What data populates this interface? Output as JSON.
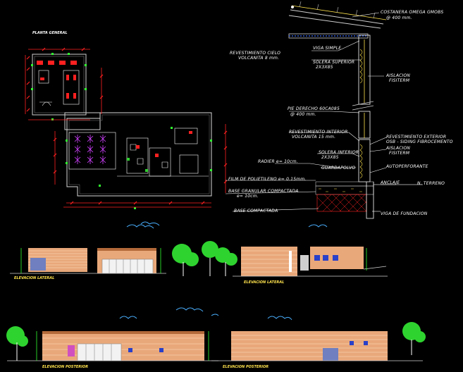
{
  "titles": {
    "plan": "PLANTA GENERAL",
    "elev_lateral_1": "ELEVACION LATERAL",
    "elev_lateral_2": "ELEVACION LATERAL",
    "elev_rear_1": "ELEVACION POSTERIOR",
    "elev_rear_2": "ELEVACION POSTERIOR"
  },
  "detail_labels": {
    "l1": "COSTANERA OMEGA GMOBS",
    "l2": "@ 400 mm.",
    "l3": "VIGA SIMPLE",
    "l4": "REVESTIMIENTO CIELO",
    "l5": "VOLCANITA 8 mm.",
    "l6": "SOLERA SUPERIOR",
    "l7": "2X3X85",
    "l8": "AISLACION",
    "l9": "FISITERM",
    "l10": "PIE DERECHO 60CA085",
    "l11": "@ 400 mm.",
    "l12": "REVESTIMIENTO INTERIOR",
    "l13": "VOLCANITA 15 mm.",
    "l14": "REVESTIMIENTO EXTERIOR",
    "l15": "OSB - SIDING FIBROCEMENTO",
    "l16": "AISLACION",
    "l17": "FISITERM",
    "l18": "SOLERA INFERIOR",
    "l19": "2X3X85",
    "l20": "RADIER e= 10cm.",
    "l21": "AUTOPERFORANTE",
    "l22": "GUARDAPOLVO",
    "l23": "FILM DE POLIETILENO e= 0.15mm.",
    "l24": "ANCLAJE",
    "l25": "N. TERRENO",
    "l26": "BASE GRANULAR COMPACTADA",
    "l27": "e= 10cm.",
    "l28": "BASE COMPACTADA",
    "l29": "VIGA DE FUNDACION"
  },
  "colors": {
    "background": "#000000",
    "dimension": "#ff2020",
    "column_marker": "#30ff30",
    "facade": "#e9a87a",
    "insulation": "#ffe34d",
    "tree": "#2fd32f",
    "sky": "#4ab0ff",
    "furniture": "#d040ff"
  }
}
